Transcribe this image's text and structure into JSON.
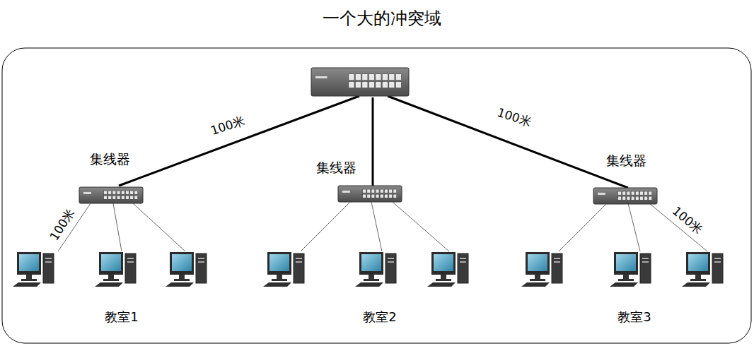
{
  "diagram": {
    "title": "一个大的冲突域",
    "nodes": [
      {
        "text": [
          "集线器"
        ]
      },
      {
        "text": [
          "集线器"
        ]
      },
      {
        "text": [
          "集线器"
        ]
      }
    ],
    "labels": [
      "100米",
      "100米",
      "100米",
      "100米",
      "教室1",
      "教室2",
      "教室3"
    ]
  }
}
